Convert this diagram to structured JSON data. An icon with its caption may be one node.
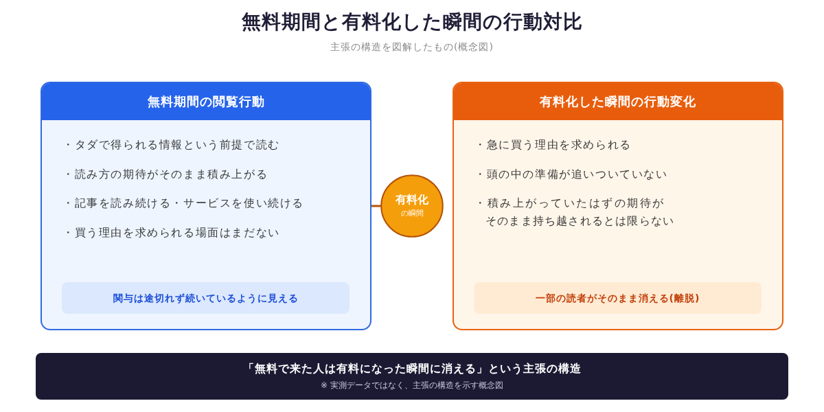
{
  "diagram": {
    "title": "無料期間と有料化した瞬間の行動対比",
    "nodes": [
      {
        "text": [
          "無料期間の閲覧行動",
          "・タダで得られる情報という前提で読む",
          "・読み方の期待がそのまま積み上がる",
          "・記事を読み続ける・サービスを使い続ける",
          "・買う理由を求められる場面はまだない"
        ]
      },
      {
        "text": [
          "関与は途切れず続いているように見える"
        ],
        "in": 0
      },
      {
        "text": [
          "有料化",
          "の瞬間"
        ]
      },
      {
        "text": [
          "有料化した瞬間の行動変化",
          "・急に買う理由を求められる",
          "・頭の中の準備が追いついていない",
          "・積み上がっていたはずの期待がそのまま持ち越されるとは限らない"
        ]
      },
      {
        "text": [
          "一部の読者がそのまま消える(離脱)"
        ],
        "in": 3
      },
      {
        "text": [
          "「無料で来た人は有料になった瞬間に消える」という主張の構造",
          "※ 実測データではなく、主張の構造を示す概念図"
        ]
      }
    ],
    "edges": [
      {
        "from": 0,
        "to": 2,
        "arrow": "none",
        "color": "#b45309"
      }
    ],
    "labels": [
      "主張の構造を図解したもの(概念図)"
    ]
  }
}
